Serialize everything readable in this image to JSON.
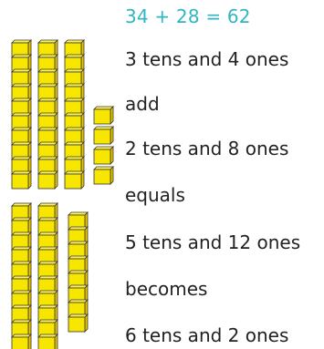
{
  "equation": "34 + 28 = 62",
  "lines": [
    "3 tens and 4 ones",
    "add",
    "2 tens and 8 ones",
    "equals",
    "5 tens and 12 ones",
    "becomes",
    "6 tens and 2 ones"
  ],
  "blocks": {
    "first_number": {
      "tens": 3,
      "ones": 4
    },
    "second_number": {
      "tens": 2,
      "ones": 8
    },
    "cubes_per_ten": 10,
    "colors": {
      "face": "#f7e600",
      "side": "#e7c400",
      "top": "#fff45a",
      "edge": "#333333"
    }
  }
}
